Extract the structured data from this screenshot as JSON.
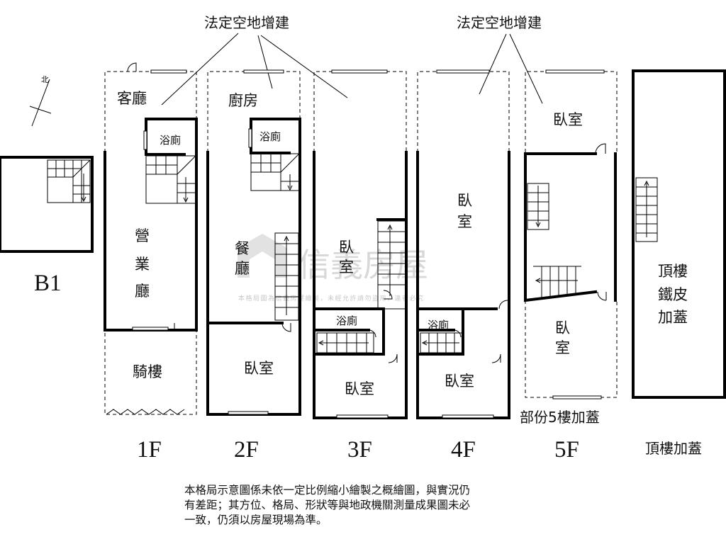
{
  "annotations": {
    "extension_left": "法定空地增建",
    "extension_right": "法定空地增建",
    "partial_5f": "部份5樓加蓋"
  },
  "compass": {
    "label": "北"
  },
  "floors": {
    "b1": {
      "label": "B1"
    },
    "f1": {
      "label": "1F",
      "rooms": {
        "living": "客廳",
        "bath": "浴廁",
        "business_1": "營",
        "business_2": "業",
        "business_3": "廳",
        "arcade": "騎樓"
      }
    },
    "f2": {
      "label": "2F",
      "rooms": {
        "kitchen": "廚房",
        "bath": "浴廁",
        "dining_1": "餐",
        "dining_2": "廳",
        "bedroom": "臥室"
      }
    },
    "f3": {
      "label": "3F",
      "rooms": {
        "bedroom_top_1": "臥",
        "bedroom_top_2": "室",
        "bath": "浴廁",
        "bedroom": "臥室"
      }
    },
    "f4": {
      "label": "4F",
      "rooms": {
        "bedroom_top_1": "臥",
        "bedroom_top_2": "室",
        "bath": "浴廁",
        "bedroom": "臥室"
      }
    },
    "f5": {
      "label": "5F",
      "rooms": {
        "bedroom_top": "臥室",
        "bedroom_1": "臥",
        "bedroom_2": "室"
      }
    },
    "roof": {
      "label": "頂樓加蓋",
      "rooms": {
        "line_1": "頂樓",
        "line_2": "鐵皮",
        "line_3": "加蓋"
      }
    }
  },
  "watermark": {
    "brand": "信義房屋",
    "notice": "本格局圖為信義房屋繪製，未經允許請勿盜用，違者必究"
  },
  "disclaimer": {
    "line_1": "本格局示意圖係未依一定比例縮小繪製之概繪圖，與實況仍",
    "line_2": "有差距；其方位、格局、形狀等與地政機關測量成果圖未必",
    "line_3": "一致，仍須以房屋現場為準。"
  }
}
